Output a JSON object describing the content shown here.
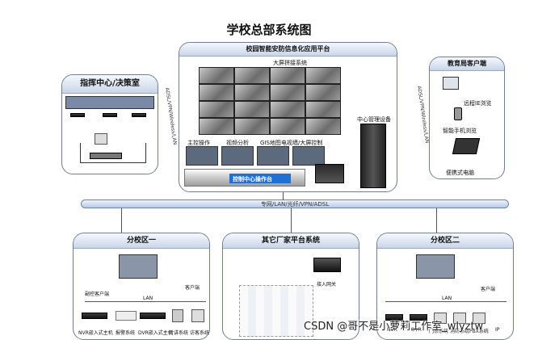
{
  "title": "学校总部系统图",
  "command_center": {
    "title": "指挥中心/决策室"
  },
  "platform": {
    "title": "校园智能安防信息化应用平台",
    "video_wall_label": "大屏拼接系统",
    "monitor_labels": [
      "主控操作",
      "视频分析",
      "GIS地图",
      "电视墙/大屏控制"
    ],
    "console_label": "控制中心操作台",
    "equipment_label": "中心管理设备"
  },
  "link_labels": {
    "left": "ADSL/VPN/Wireless/LAN",
    "right": "ADSL/VPN/Wireless/LAN"
  },
  "education_client": {
    "title": "教育局客户端",
    "items": [
      "远程IE浏览",
      "智能手机浏览",
      "便携式电脑"
    ]
  },
  "bus_label": "专网/LAN/光纤/VPN/ADSL",
  "branch_one": {
    "title": "分校区一",
    "lan": "LAN",
    "labels": [
      "副控客户端",
      "客户端"
    ],
    "devices": [
      "NVR嵌入式主机",
      "报警系统",
      "DVR嵌入式主机",
      "对讲系统",
      "访客系统"
    ]
  },
  "other_vendor": {
    "title": "其它厂家平台系统",
    "gateway_label": "接入网关"
  },
  "branch_two": {
    "title": "分校区二",
    "lan": "LAN",
    "labels": [
      "客户端"
    ],
    "devices": [
      "NVR",
      "DVR",
      "门禁系统",
      "消防系统",
      "PBX系统",
      "IP"
    ]
  },
  "watermark": "CSDN @哥不是小萝莉",
  "watermark_tail": "工作室_wlyztw"
}
